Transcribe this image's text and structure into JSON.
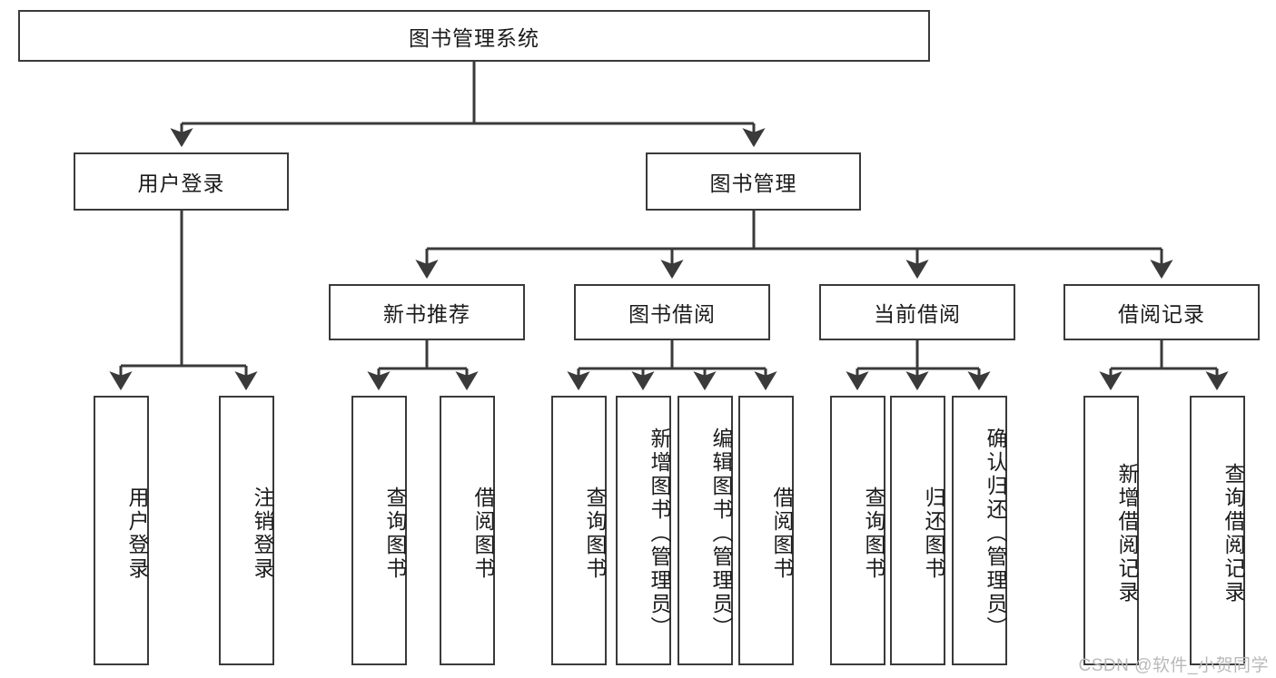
{
  "diagram": {
    "title": "图书管理系统",
    "type": "tree-hierarchy",
    "root": {
      "id": "root",
      "label": "图书管理系统"
    },
    "level2": [
      {
        "id": "user-login",
        "label": "用户登录"
      },
      {
        "id": "book-manage",
        "label": "图书管理"
      }
    ],
    "level3": [
      {
        "id": "new-book-rec",
        "label": "新书推荐",
        "parent": "book-manage"
      },
      {
        "id": "book-borrow",
        "label": "图书借阅",
        "parent": "book-manage"
      },
      {
        "id": "current-borrow",
        "label": "当前借阅",
        "parent": "book-manage"
      },
      {
        "id": "borrow-record",
        "label": "借阅记录",
        "parent": "book-manage"
      }
    ],
    "leaves": [
      {
        "id": "leaf-user-login",
        "label": "用户登录",
        "parent": "user-login"
      },
      {
        "id": "leaf-logout-login",
        "label": "注销登录",
        "parent": "user-login"
      },
      {
        "id": "leaf-query-book-1",
        "label": "查询图书",
        "parent": "new-book-rec"
      },
      {
        "id": "leaf-borrow-book-1",
        "label": "借阅图书",
        "parent": "new-book-rec"
      },
      {
        "id": "leaf-query-book-2",
        "label": "查询图书",
        "parent": "book-borrow"
      },
      {
        "id": "leaf-add-book",
        "label": "新增图书（管理员）",
        "parent": "book-borrow"
      },
      {
        "id": "leaf-edit-book",
        "label": "编辑图书（管理员）",
        "parent": "book-borrow"
      },
      {
        "id": "leaf-borrow-book-2",
        "label": "借阅图书",
        "parent": "book-borrow"
      },
      {
        "id": "leaf-query-book-3",
        "label": "查询图书",
        "parent": "current-borrow"
      },
      {
        "id": "leaf-return-book",
        "label": "归还图书",
        "parent": "current-borrow"
      },
      {
        "id": "leaf-confirm-return",
        "label": "确认归还（管理员）",
        "parent": "current-borrow"
      },
      {
        "id": "leaf-add-record",
        "label": "新增借阅记录",
        "parent": "borrow-record"
      },
      {
        "id": "leaf-query-record",
        "label": "查询借阅记录",
        "parent": "borrow-record"
      }
    ],
    "watermark": "CSDN @软件_小贺同学",
    "colors": {
      "stroke": "#3a3a3a",
      "fill": "#ffffff",
      "text": "#1b1b1b",
      "watermark": "#b9b9b9"
    }
  }
}
